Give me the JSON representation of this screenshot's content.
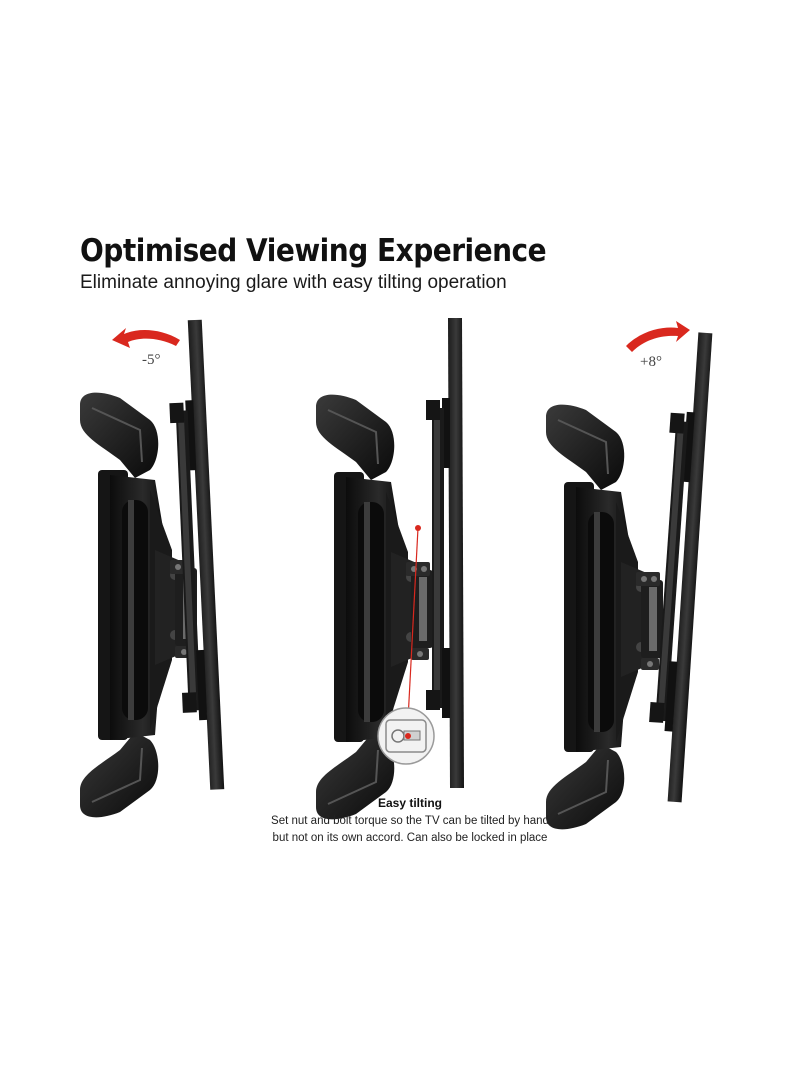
{
  "headline": "Optimised Viewing Experience",
  "subheadline": "Eliminate annoying glare with easy tilting operation",
  "tilts": {
    "left_label": "-5°",
    "right_label": "+8°",
    "left_degrees": -5,
    "right_degrees": 8
  },
  "caption": {
    "title": "Easy tilting",
    "line1": "Set nut and bolt torque so the TV  can be tilted by hand",
    "line2": "but not on its own accord. Can also be locked in place"
  },
  "colors": {
    "arrow": "#d9281e",
    "mount": "#141414",
    "panel": "#2b2b2b"
  }
}
